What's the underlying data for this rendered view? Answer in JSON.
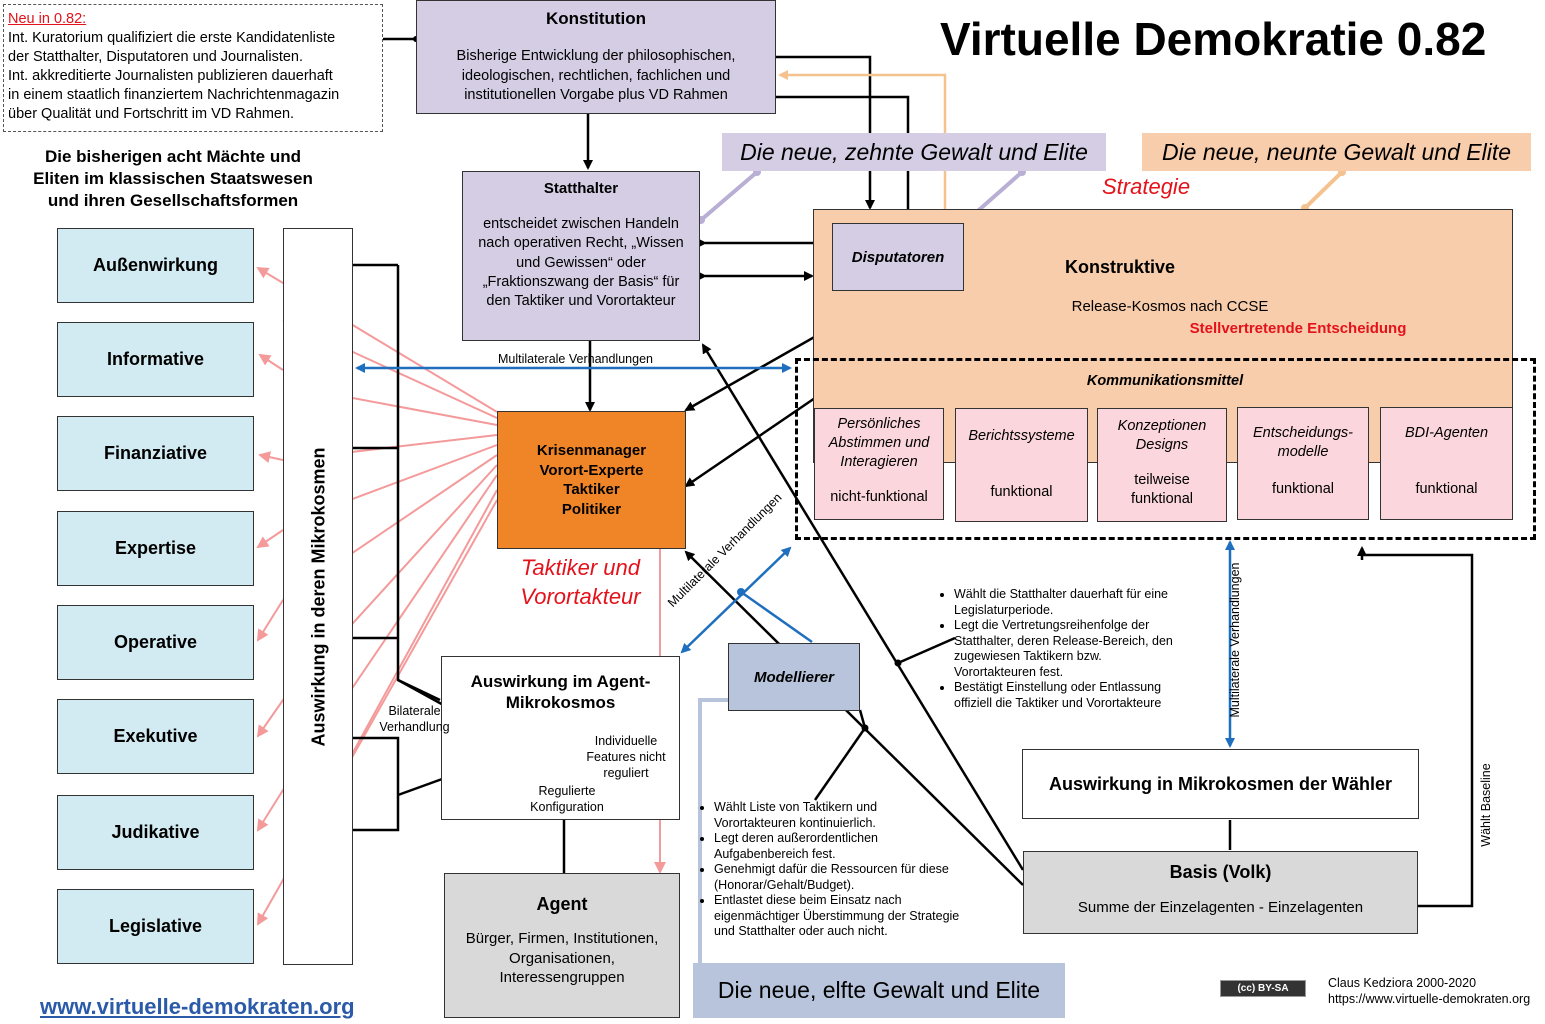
{
  "title": "Virtuelle Demokratie 0.82",
  "colors": {
    "lavender": "#d4cde3",
    "peach": "#f8cdab",
    "orange": "#f08528",
    "pink": "#fbd6dc",
    "lightblue": "#d2ebf2",
    "gray": "#d9d9d9",
    "steelblue": "#b7c4db",
    "arrow_blue": "#1f6fbf",
    "arrow_red": "#f49a9a",
    "label_red": "#e3121b"
  },
  "news": {
    "heading": "Neu in 0.82:",
    "lines": [
      "Int. Kuratorium qualifiziert die erste Kandidatenliste",
      "der Statthalter, Disputatoren und Journalisten.",
      "Int. akkreditierte Journalisten publizieren dauerhaft",
      "in einem staatlich finanziertem Nachrichtenmagazin",
      "über Qualität und Fortschritt im VD Rahmen."
    ]
  },
  "konstitution": {
    "title": "Konstitution",
    "text": "Bisherige Entwicklung der philosophischen, ideologischen, rechtlichen, fachlichen und institutionellen Vorgabe plus VD Rahmen"
  },
  "left_heading": [
    "Die bisherigen acht Mächte und",
    "Eliten im klassischen Staatswesen",
    "und ihren Gesellschaftsformen"
  ],
  "powers": [
    "Außenwirkung",
    "Informative",
    "Finanziative",
    "Expertise",
    "Operative",
    "Exekutive",
    "Judikative",
    "Legislative"
  ],
  "mikrokosmen_label": "Auswirkung in deren Mikrokosmen",
  "statthalter": {
    "title": "Statthalter",
    "text": "entscheidet zwischen Handeln nach operativen Recht, „Wissen und Gewissen“ oder „Fraktionszwang der Basis“ für den Taktiker und Vorortakteur"
  },
  "zehnte_gewalt": "Die neue, zehnte Gewalt und Elite",
  "neunte_gewalt": "Die neue, neunte Gewalt und Elite",
  "elfte_gewalt": "Die neue, elfte Gewalt und Elite",
  "strategie": "Strategie",
  "disputatoren": "Disputatoren",
  "konstruktive": {
    "title": "Konstruktive",
    "subtitle": "Release-Kosmos nach CCSE",
    "stellvertretend": "Stellvertretende Entscheidung",
    "kommunikation": "Kommunikationsmittel"
  },
  "comm_items": [
    {
      "name": "Persönliches Abstimmen und Interagieren",
      "status": "nicht-funktional"
    },
    {
      "name": "Berichtssysteme",
      "status": "funktional"
    },
    {
      "name": "Konzeptionen Designs",
      "status": "teilweise funktional"
    },
    {
      "name": "Entscheidungs-modelle",
      "status": "funktional"
    },
    {
      "name": "BDI-Agenten",
      "status": "funktional"
    }
  ],
  "multilaterale": "Multilaterale Verhandlungen",
  "krisen": [
    "Krisenmanager",
    "Vorort-Experte",
    "Taktiker",
    "Politiker"
  ],
  "taktiker_label": [
    "Taktiker und",
    "Vorortakteur"
  ],
  "agent_mikro": {
    "title": "Auswirkung im Agent-Mikrokosmos",
    "individuell": "Individuelle Features nicht reguliert",
    "reguliert": "Regulierte Konfiguration"
  },
  "bilaterale": "Bilaterale Verhandlung",
  "modellierer": "Modellierer",
  "agent": {
    "title": "Agent",
    "text": "Bürger, Firmen, Institutionen, Organisationen, Interessengruppen"
  },
  "modellierer_bullets": [
    "Wählt Liste von Taktikern und Vorortakteuren kontinuierlich.",
    "Legt deren außerordentlichen Aufgabenbereich fest.",
    "Genehmigt dafür die Ressourcen für diese (Honorar/Gehalt/Budget).",
    "Entlastet diese beim Einsatz nach eigenmächtiger Überstimmung der Strategie und Statthalter oder auch nicht."
  ],
  "basis_bullets": [
    "Wählt die Statthalter dauerhaft für eine Legislaturperiode.",
    "Legt die Vertretungsreihenfolge der Statthalter, deren Release-Bereich, den zugewiesen Taktikern bzw. Vorortakteuren fest.",
    "Bestätigt Einstellung oder Entlassung offiziell die Taktiker und Vorortakteure"
  ],
  "waehler": "Auswirkung in Mikrokosmen der Wähler",
  "basis": {
    "title": "Basis (Volk)",
    "text": "Summe der Einzelagenten - Einzelagenten"
  },
  "waehlt_baseline": "Wählt Baseline",
  "url": "www.virtuelle-demokraten.org",
  "credit": [
    "Claus Kedziora 2000-2020",
    "https://www.virtuelle-demokraten.org"
  ],
  "cc_badge": "(cc) BY-SA"
}
